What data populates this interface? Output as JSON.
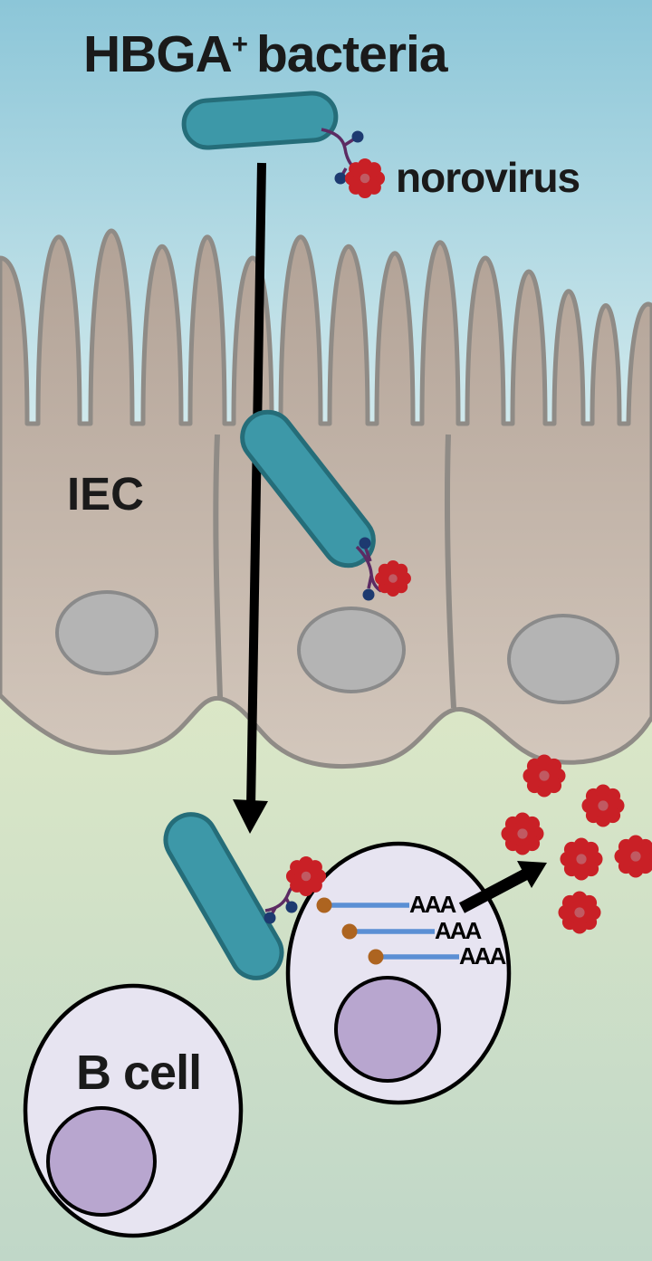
{
  "figure": {
    "title_main": "HBGA",
    "title_sup": "+",
    "title_rest": "bacteria",
    "label_norovirus": "norovirus",
    "label_iec": "IEC",
    "label_b_cell": "B cell",
    "poly_a_tails": [
      "AAA",
      "AAA",
      "AAA"
    ]
  },
  "colors": {
    "sky_top": "#8cc6d8",
    "sky_bottom": "#d8edef",
    "ground_top": "#e7eec6",
    "ground_bottom": "#c0d7c8",
    "epithelium_top": "#b2a296",
    "epithelium_bottom": "#d3c7bc",
    "epithelium_outline": "#8f8b86",
    "iec_nucleus_fill": "#b4b4b4",
    "iec_nucleus_outline": "#8a8a8a",
    "bacterium_fill": "#3d98a8",
    "bacterium_outline": "#256d79",
    "virus_red": "#c92026",
    "virus_center": "#c05a62",
    "linker_line": "#5c2b63",
    "linker_dot": "#1d3a70",
    "b_cell_fill": "#e7e4f1",
    "b_cell_outline": "#000000",
    "b_cell_nucleus": "#b8a6cf",
    "mrna_line": "#5b8fd4",
    "mrna_cap": "#ad6420",
    "arrow": "#000000",
    "text": "#1a1a1a"
  }
}
